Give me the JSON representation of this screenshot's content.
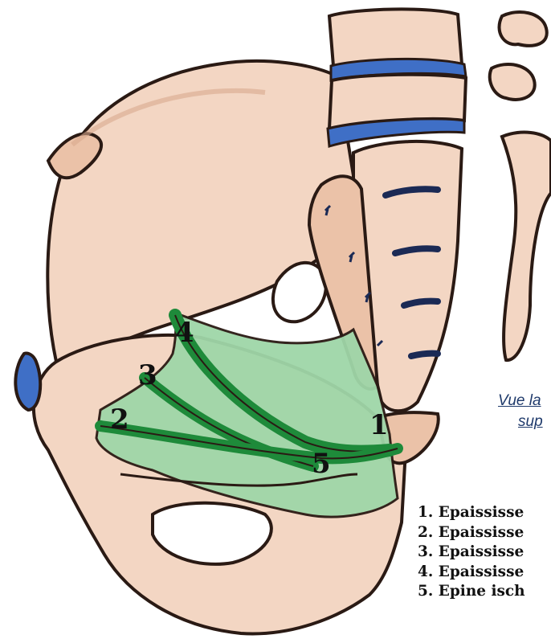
{
  "figure": {
    "caption_line1": "Vue la",
    "caption_line2": "sup",
    "labels": [
      "1",
      "2",
      "3",
      "4",
      "5"
    ],
    "legend": [
      "1. Epaississe",
      "2. Epaississe",
      "3. Epaississe",
      "4. Epaississe",
      "5. Epine isch"
    ]
  },
  "colors": {
    "bone_fill": "#f3d6c3",
    "bone_shade": "#e2b49a",
    "outline": "#2a1a14",
    "disc_blue": "#3f6fc6",
    "muscle_light": "#9fd6a8",
    "ligament_dark": "#1e8a3a"
  }
}
